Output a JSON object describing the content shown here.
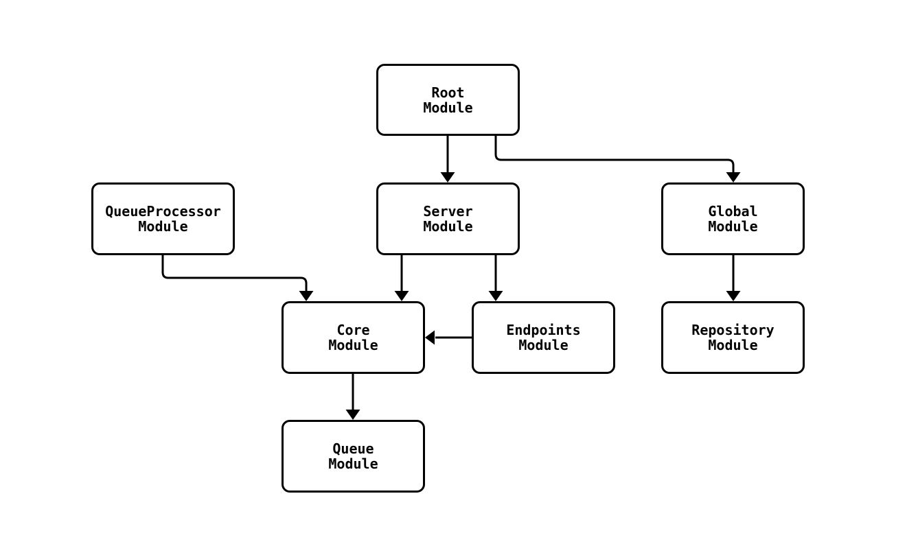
{
  "diagram": {
    "type": "flowchart",
    "background_color": "#ffffff",
    "node_fill_color": "#ffffff",
    "node_border_color": "#000000",
    "edge_color": "#000000",
    "nodes": [
      {
        "id": "root",
        "line1": "Root",
        "line2": "Module"
      },
      {
        "id": "queueprocessor",
        "line1": "QueueProcessor",
        "line2": "Module"
      },
      {
        "id": "server",
        "line1": "Server",
        "line2": "Module"
      },
      {
        "id": "global",
        "line1": "Global",
        "line2": "Module"
      },
      {
        "id": "core",
        "line1": "Core",
        "line2": "Module"
      },
      {
        "id": "endpoints",
        "line1": "Endpoints",
        "line2": "Module"
      },
      {
        "id": "repository",
        "line1": "Repository",
        "line2": "Module"
      },
      {
        "id": "queue",
        "line1": "Queue",
        "line2": "Module"
      }
    ],
    "edges": [
      {
        "from": "Root Module",
        "to": "Server Module"
      },
      {
        "from": "Root Module",
        "to": "Global Module"
      },
      {
        "from": "QueueProcessor Module",
        "to": "Core Module"
      },
      {
        "from": "Server Module",
        "to": "Core Module"
      },
      {
        "from": "Server Module",
        "to": "Endpoints Module"
      },
      {
        "from": "Endpoints Module",
        "to": "Core Module"
      },
      {
        "from": "Global Module",
        "to": "Repository Module"
      },
      {
        "from": "Core Module",
        "to": "Queue Module"
      }
    ]
  }
}
